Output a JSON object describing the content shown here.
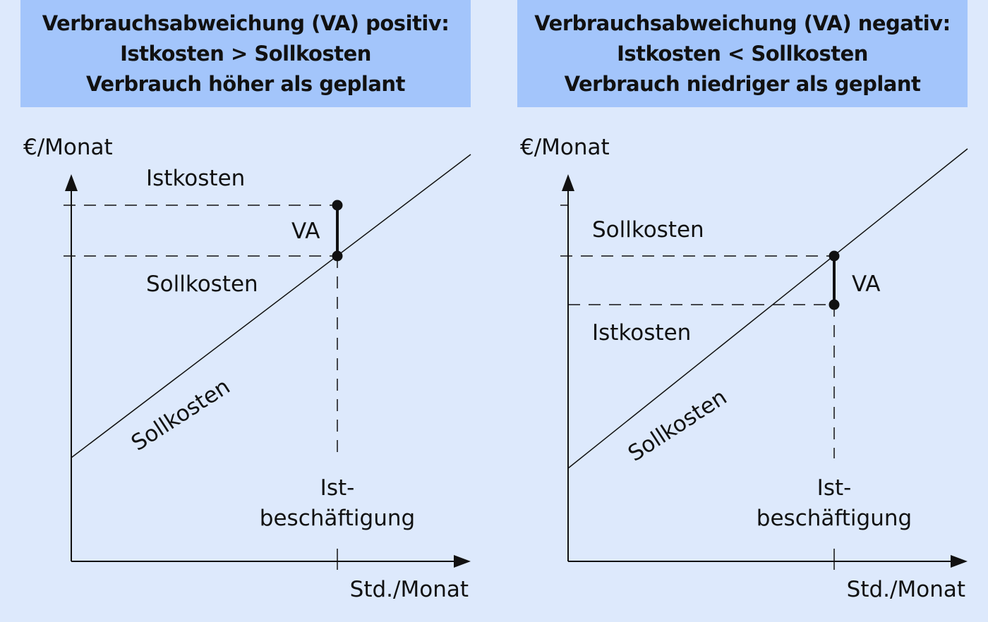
{
  "panels": [
    {
      "header": {
        "line1": "Verbrauchsabweichung (VA) positiv:",
        "line2": "Istkosten > Sollkosten",
        "line3": "Verbrauch höher als geplant"
      },
      "y_axis_label": "€/Monat",
      "x_axis_label": "Std./Monat",
      "upper_level_label": "Istkosten",
      "lower_level_label": "Sollkosten",
      "va_label": "VA",
      "line_label": "Sollkosten",
      "employment_label_line1": "Ist-",
      "employment_label_line2": "beschäftigung"
    },
    {
      "header": {
        "line1": "Verbrauchsabweichung (VA) negativ:",
        "line2": "Istkosten < Sollkosten",
        "line3": "Verbrauch niedriger als geplant"
      },
      "y_axis_label": "€/Monat",
      "x_axis_label": "Std./Monat",
      "upper_level_label": "Sollkosten",
      "lower_level_label": "Istkosten",
      "va_label": "VA",
      "line_label": "Sollkosten",
      "employment_label_line1": "Ist-",
      "employment_label_line2": "beschäftigung"
    }
  ]
}
